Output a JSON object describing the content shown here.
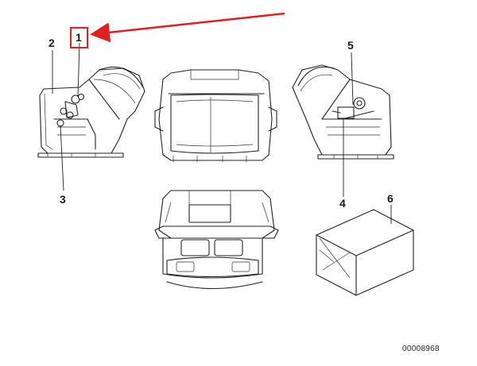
{
  "diagram": {
    "callouts": [
      {
        "id": "1",
        "label": "1"
      },
      {
        "id": "2",
        "label": "2"
      },
      {
        "id": "3",
        "label": "3"
      },
      {
        "id": "4",
        "label": "4"
      },
      {
        "id": "5",
        "label": "5"
      },
      {
        "id": "6",
        "label": "6"
      }
    ],
    "highlighted_callout": "1",
    "arrow_color": "#e02020",
    "document_number": "00008968"
  }
}
